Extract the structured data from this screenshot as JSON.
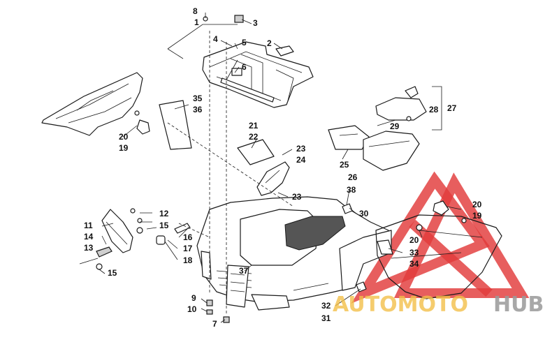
{
  "callouts": {
    "c1": "1",
    "c2": "2",
    "c3": "3",
    "c4": "4",
    "c5": "5",
    "c6": "6",
    "c7": "7",
    "c8": "8",
    "c9": "9",
    "c10": "10",
    "c11": "11",
    "c12": "12",
    "c13": "13",
    "c14": "14",
    "c15a": "15",
    "c15b": "15",
    "c16": "16",
    "c17": "17",
    "c18": "18",
    "c19a": "19",
    "c20a": "20",
    "c19b": "19",
    "c20b": "20",
    "c20c": "20",
    "c21": "21",
    "c22": "22",
    "c23a": "23",
    "c23b": "23",
    "c24": "24",
    "c25": "25",
    "c26": "26",
    "c27": "27",
    "c28": "28",
    "c29": "29",
    "c30": "30",
    "c31": "31",
    "c32": "32",
    "c33": "33",
    "c34": "34",
    "c35": "35",
    "c36": "36",
    "c37": "37",
    "c38": "38"
  },
  "watermark": {
    "brand_part1": "AUTOMOTO",
    "brand_part2": "HUB",
    "triangle_color": "#e23b3b",
    "text_color_1": "#f3c04a",
    "text_color_2": "#9a9a9a"
  }
}
